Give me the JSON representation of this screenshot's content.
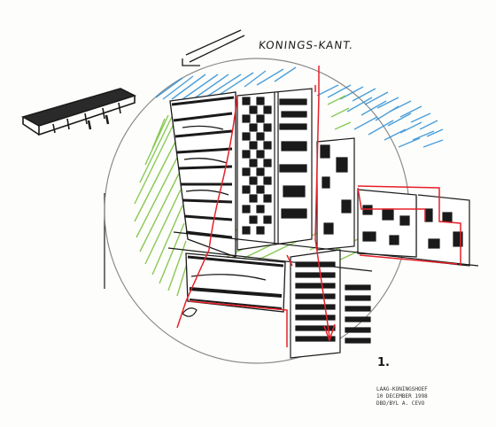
{
  "title": "KONINGS-KANT.",
  "sheet_number": "1.",
  "caption_lines": [
    "LAAG-KONINGSHOEF",
    "10 DECEMBER 1998",
    "DBD/BYL A. CEVO"
  ],
  "colors": {
    "ink": "#1a1a1a",
    "water": "#2b8fd6",
    "green": "#7cc443",
    "route": "#e8202a",
    "circle": "#8a8a8a"
  },
  "icons": {
    "sketch": "architectural-site-sketch"
  }
}
